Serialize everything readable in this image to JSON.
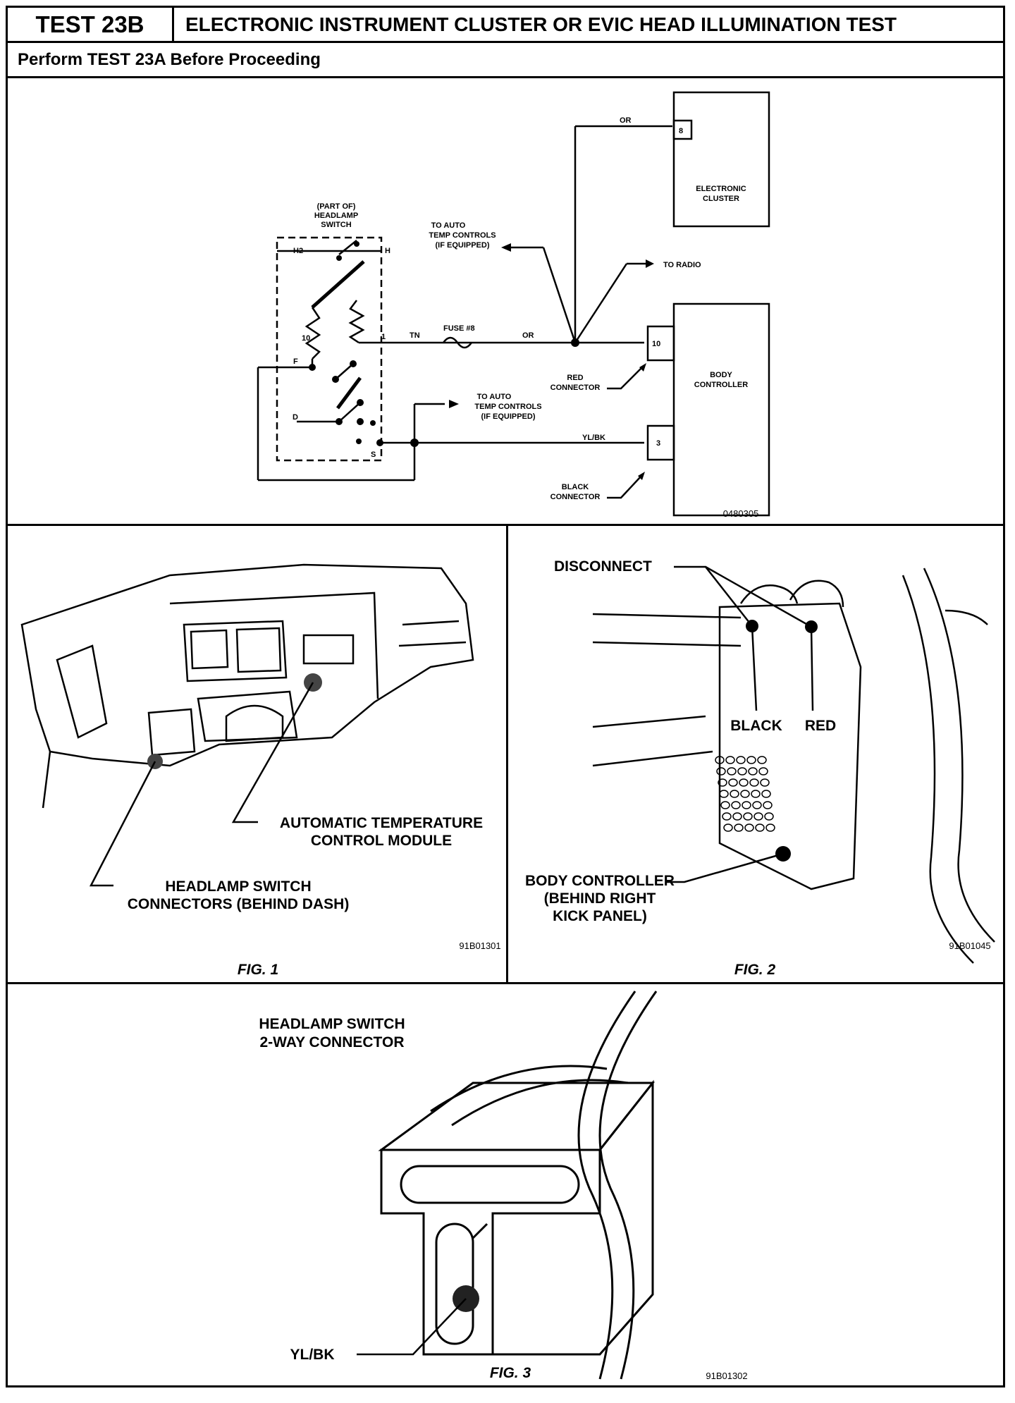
{
  "header": {
    "test_number": "TEST 23B",
    "title": "ELECTRONIC INSTRUMENT CLUSTER OR EVIC HEAD ILLUMINATION TEST",
    "subtitle": "Perform TEST 23A Before Proceeding"
  },
  "schematic": {
    "switch_label_1": "(PART OF)",
    "switch_label_2": "HEADLAMP",
    "switch_label_3": "SWITCH",
    "pin_h2": "H2",
    "pin_h": "H",
    "pin_1": "1",
    "pin_10": "10",
    "pin_f": "F",
    "pin_d": "D",
    "pin_s": "S",
    "wire_tn": "TN",
    "fuse": "FUSE #8",
    "wire_or": "OR",
    "wire_or_top": "OR",
    "auto_temp_1": "TO AUTO",
    "auto_temp_2": "TEMP CONTROLS",
    "auto_temp_3": "(IF EQUIPPED)",
    "to_radio": "TO RADIO",
    "cluster_pin": "8",
    "cluster_1": "ELECTRONIC",
    "cluster_2": "CLUSTER",
    "bc_pin_10": "10",
    "bc_pin_3": "3",
    "body_1": "BODY",
    "body_2": "CONTROLLER",
    "red_1": "RED",
    "red_2": "CONNECTOR",
    "black_1": "BLACK",
    "black_2": "CONNECTOR",
    "wire_ylbk": "YL/BK",
    "code": "0480305"
  },
  "fig1": {
    "atc_1": "AUTOMATIC TEMPERATURE",
    "atc_2": "CONTROL MODULE",
    "hs_1": "HEADLAMP SWITCH",
    "hs_2": "CONNECTORS (BEHIND DASH)",
    "code": "91B01301",
    "caption": "FIG. 1"
  },
  "fig2": {
    "disconnect": "DISCONNECT",
    "black": "BLACK",
    "red": "RED",
    "bc_1": "BODY CONTROLLER",
    "bc_2": "(BEHIND RIGHT",
    "bc_3": "KICK PANEL)",
    "code": "91B01045",
    "caption": "FIG. 2"
  },
  "fig3": {
    "title_1": "HEADLAMP SWITCH",
    "title_2": "2-WAY CONNECTOR",
    "wire": "YL/BK",
    "caption": "FIG. 3",
    "code": "91B01302"
  }
}
